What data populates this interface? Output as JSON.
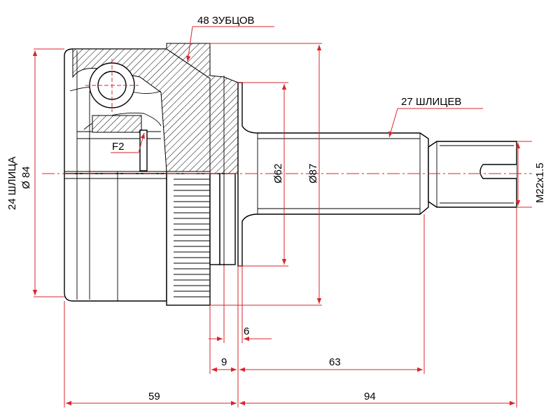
{
  "labels": {
    "teeth": "48 ЗУБЦОВ",
    "spline_outer": "27 ШЛИЦЕВ",
    "spline_inner": "24 ШЛИЦА",
    "dia_84": "Ø 84",
    "dia_62": "Ø62",
    "dia_87": "Ø87",
    "thread": "M22x1.5",
    "f2": "F2"
  },
  "dimensions": {
    "d59": "59",
    "d94": "94",
    "d63": "63",
    "d9": "9",
    "d6": "6"
  },
  "colors": {
    "dimension": "#d9262c",
    "outline": "#000000"
  }
}
